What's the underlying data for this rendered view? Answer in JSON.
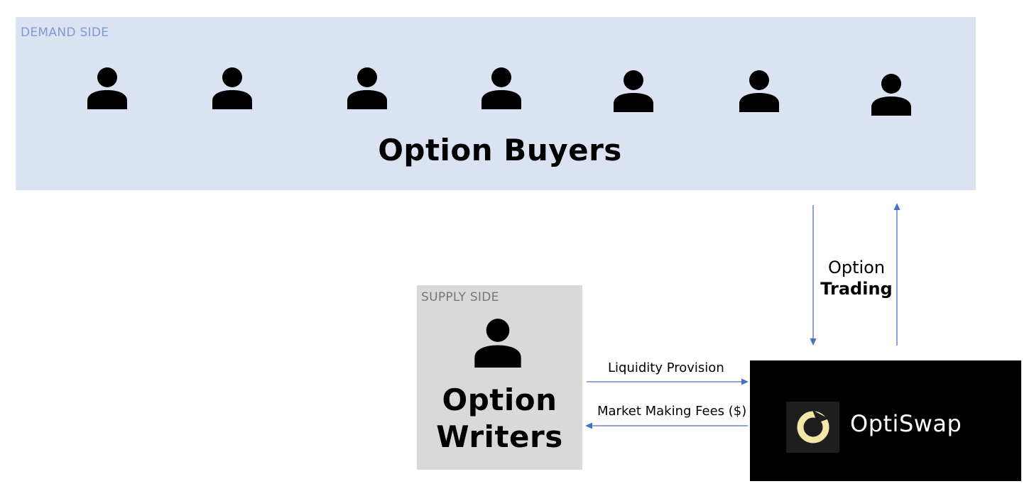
{
  "demand": {
    "label": "DEMAND SIDE",
    "title": "Option Buyers",
    "icons": [
      "person-icon",
      "person-icon",
      "person-icon",
      "person-icon",
      "person-icon",
      "person-icon",
      "person-icon"
    ]
  },
  "supply": {
    "label": "SUPPLY SIDE",
    "title_line1": "Option",
    "title_line2": "Writers",
    "icon": "person-icon"
  },
  "platform": {
    "name": "OptiSwap",
    "logo": "optiswap-logo-icon",
    "logo_color": "#f2e7a8"
  },
  "flows": {
    "liquidity": "Liquidity Provision",
    "fees": "Market Making Fees ($)",
    "trading_line1": "Option",
    "trading_line2": "Trading"
  },
  "colors": {
    "demand_bg": "#dbe2f2",
    "demand_label": "#7f9bd0",
    "supply_bg": "#d9d9d9",
    "arrow": "#4a6fc1"
  }
}
